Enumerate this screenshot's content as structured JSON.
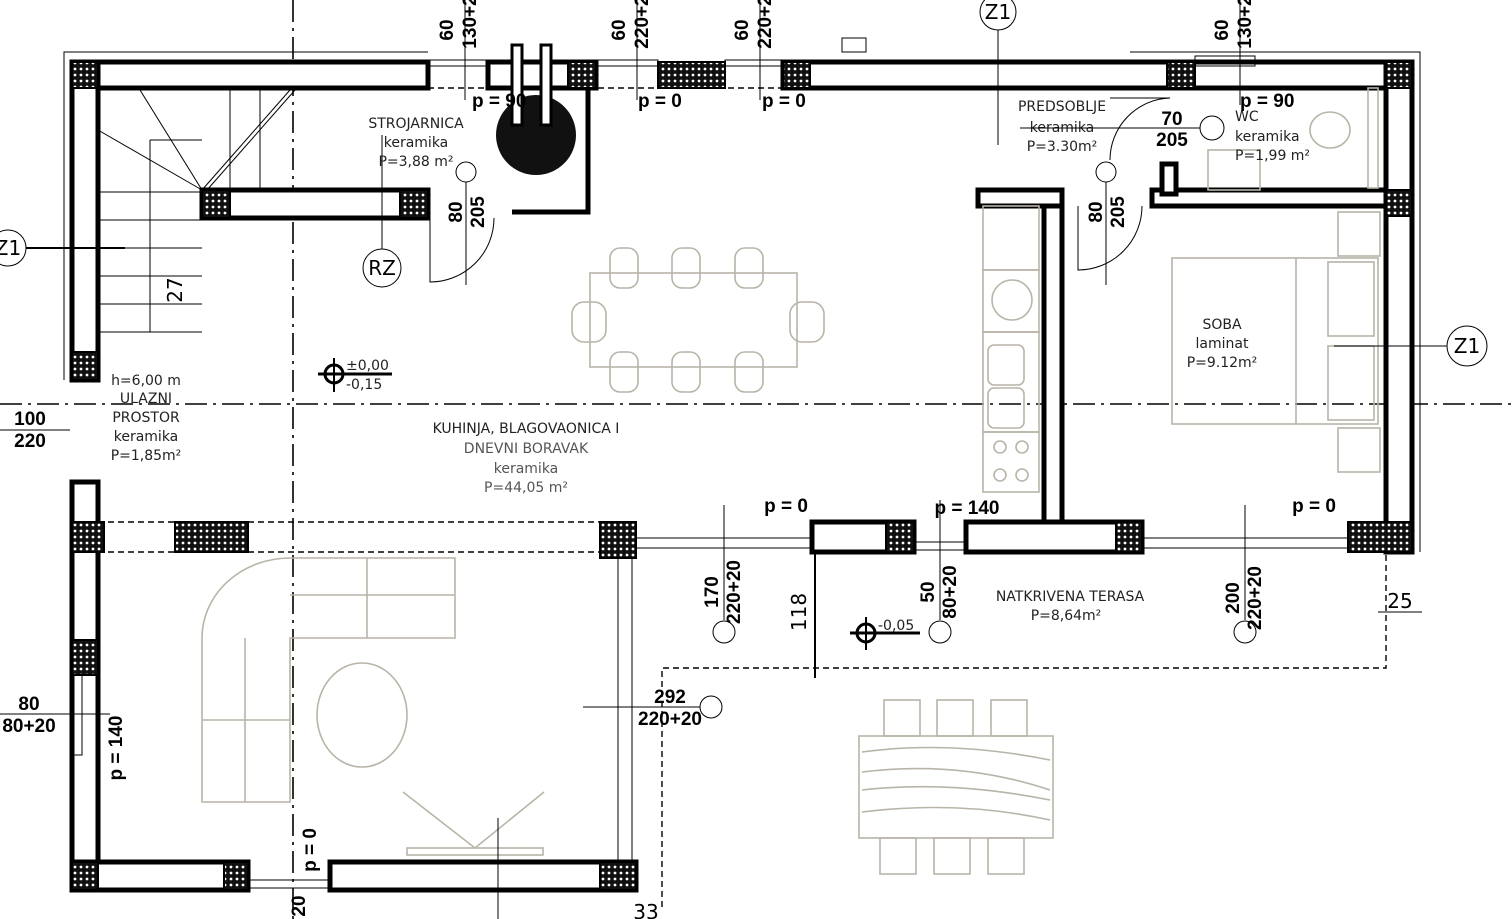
{
  "title": "Floor plan - ground floor",
  "rooms": {
    "strojarnica": {
      "name": "STROJARNICA",
      "floor": "keramika",
      "area": "P=3,88 m²"
    },
    "predsoblje": {
      "name": "PREDSOBLJE",
      "floor": "keramika",
      "area": "P=3.30m²"
    },
    "wc": {
      "name": "WC",
      "floor": "keramika",
      "area": "P=1,99 m²"
    },
    "soba": {
      "name": "SOBA",
      "floor": "laminat",
      "area": "P=9.12m²"
    },
    "ulaz": {
      "height": "h=6,00 m",
      "name1": "ULAZNI",
      "name2": "PROSTOR",
      "floor": "keramika",
      "area": "P=1,85m²"
    },
    "kuhinja": {
      "name1": "KUHINJA, BLAGOVAONICA I",
      "name2": "DNEVNI BORAVAK",
      "floor": "keramika",
      "area": "P=44,05 m²"
    },
    "terasa": {
      "name": "NATKRIVENA TERASA",
      "area": "P=8,64m²"
    }
  },
  "levels": {
    "main_top": "±0,00",
    "main_bottom": "-0,15",
    "terrace": "-0,05"
  },
  "markers": {
    "z1": "Z1",
    "rz": "RZ"
  },
  "dimensions": {
    "w1_a": "60",
    "w1_b": "130+2",
    "w2_a": "60",
    "w2_b": "220+2",
    "w3_a": "60",
    "w3_b": "220+2",
    "w4_a": "60",
    "w4_b": "130+2",
    "p90_a": "p = 90",
    "p0_a": "p = 0",
    "p0_b": "p = 0",
    "p90_b": "p = 90",
    "d_strojarnica_a": "80",
    "d_strojarnica_b": "205",
    "d_wc_a": "70",
    "d_wc_b": "205",
    "d_pred_a": "80",
    "d_pred_b": "205",
    "stair": "27",
    "entry_a": "100",
    "entry_b": "220",
    "win_left_a": "80",
    "win_left_b": "80+20",
    "p140_left": "p = 140",
    "p0_front1": "p = 0",
    "p140_front": "p = 140",
    "p0_front2": "p = 0",
    "t1_a": "170",
    "t1_b": "220+20",
    "t2_a": "50",
    "t2_b": "80+20",
    "t3_a": "200",
    "t3_b": "220+20",
    "side_a": "292",
    "side_b": "220+20",
    "depth": "118",
    "offset_r": "25",
    "offset_b": "33",
    "p0_bottom": "p = 0",
    "bottom_b": "20"
  }
}
